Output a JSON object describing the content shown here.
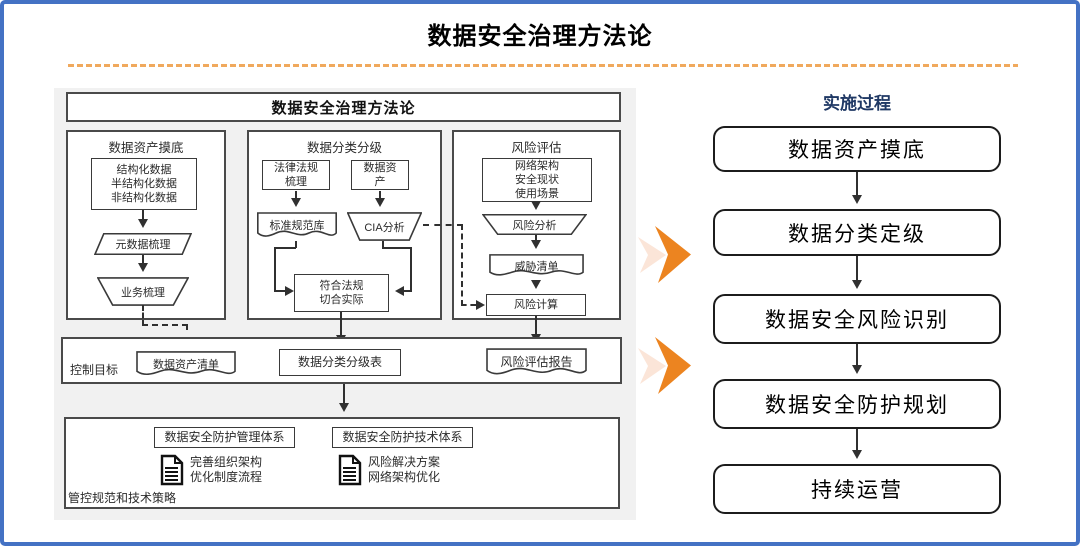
{
  "page": {
    "title": "数据安全治理方法论"
  },
  "diagram": {
    "header": "数据安全治理方法论",
    "columns": [
      {
        "title": "数据资产摸底",
        "data_box": [
          "结构化数据",
          "半结构化数据",
          "非结构化数据"
        ],
        "meta_step": "元数据梳理",
        "biz_step": "业务梳理"
      },
      {
        "title": "数据分类分级",
        "law_box": "法律法规梳理",
        "asset_box": "数据资产",
        "standard_lib": "标准规范库",
        "cia_step": "CIA分析",
        "compliance": [
          "符合法规",
          "切合实际"
        ]
      },
      {
        "title": "风险评估",
        "context_box": [
          "网络架构",
          "安全现状",
          "使用场景"
        ],
        "risk_analysis": "风险分析",
        "threat_list": "威胁清单",
        "risk_calc": "风险计算"
      }
    ],
    "control_row": {
      "label": "控制目标",
      "outputs": [
        "数据资产清单",
        "数据分类分级表",
        "风险评估报告"
      ]
    },
    "strategy_row": {
      "label": "管控规范和技术策略",
      "mgmt_system": "数据安全防护管理体系",
      "mgmt_points": [
        "完善组织架构",
        "优化制度流程"
      ],
      "tech_system": "数据安全防护技术体系",
      "tech_points": [
        "风险解决方案",
        "网络架构优化"
      ]
    }
  },
  "process": {
    "title": "实施过程",
    "steps": [
      "数据资产摸底",
      "数据分类定级",
      "数据安全风险识别",
      "数据安全防护规划",
      "持续运营"
    ]
  },
  "colors": {
    "page_border": "#4472C4",
    "divider_orange": "#F0A95D",
    "chevron_orange": "#EC8420",
    "chevron_pale": "#FBE5D8",
    "process_title_blue": "#1F3864",
    "line_dark": "#303030"
  }
}
